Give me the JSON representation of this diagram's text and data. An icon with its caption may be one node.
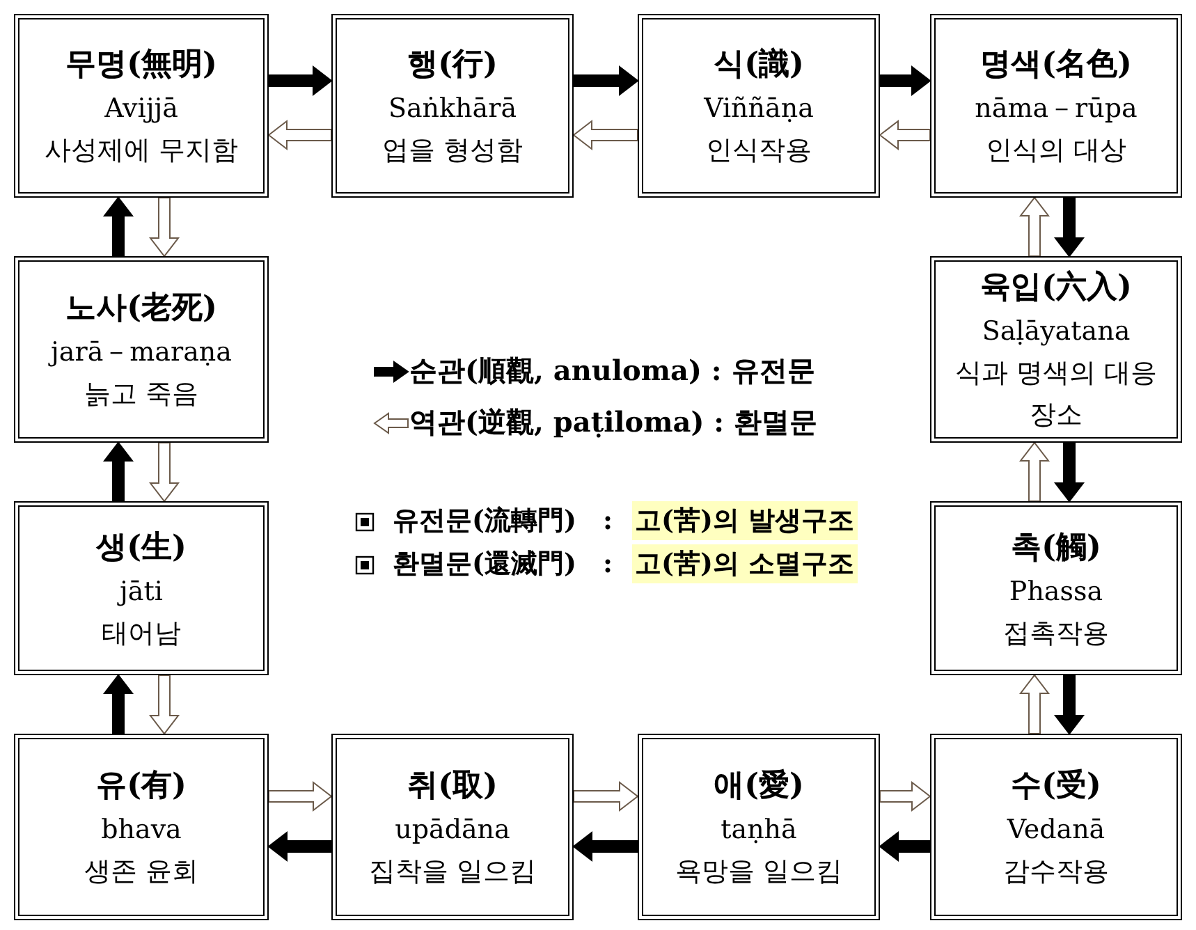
{
  "diagram": {
    "nodes": [
      {
        "text": [
          "무명(無明)",
          "Avijjā",
          "사성제에 무지함"
        ]
      },
      {
        "text": [
          "행(行)",
          "Saṅkhārā",
          "업을 형성함"
        ]
      },
      {
        "text": [
          "식(識)",
          "Viññāṇa",
          "인식작용"
        ]
      },
      {
        "text": [
          "명색(名色)",
          "nāma－rūpa",
          "인식의 대상"
        ]
      },
      {
        "text": [
          "노사(老死)",
          "jarā－maraṇa",
          "늙고 죽음"
        ]
      },
      {
        "text": [
          "육입(六入)",
          "Saḷāyatana",
          "식과 명색의 대응 장소"
        ]
      },
      {
        "text": [
          "생(生)",
          "jāti",
          "태어남"
        ]
      },
      {
        "text": [
          "촉(觸)",
          "Phassa",
          "접촉작용"
        ]
      },
      {
        "text": [
          "유(有)",
          "bhava",
          "생존 윤회"
        ]
      },
      {
        "text": [
          "취(取)",
          "upādāna",
          "집착을 일으킴"
        ]
      },
      {
        "text": [
          "애(愛)",
          "taṇhā",
          "욕망을 일으킴"
        ]
      },
      {
        "text": [
          "수(受)",
          "Vedanā",
          "감수작용"
        ]
      }
    ],
    "edges": [
      {
        "from": 0,
        "to": 1,
        "arrow": "to"
      },
      {
        "from": 1,
        "to": 0,
        "arrow": "to",
        "color": "#ffffff"
      },
      {
        "from": 1,
        "to": 2,
        "arrow": "to"
      },
      {
        "from": 2,
        "to": 1,
        "arrow": "to",
        "color": "#ffffff"
      },
      {
        "from": 2,
        "to": 3,
        "arrow": "to"
      },
      {
        "from": 3,
        "to": 2,
        "arrow": "to",
        "color": "#ffffff"
      },
      {
        "from": 3,
        "to": 5,
        "arrow": "to"
      },
      {
        "from": 5,
        "to": 3,
        "arrow": "to",
        "color": "#ffffff"
      },
      {
        "from": 5,
        "to": 7,
        "arrow": "to"
      },
      {
        "from": 7,
        "to": 5,
        "arrow": "to",
        "color": "#ffffff"
      },
      {
        "from": 7,
        "to": 11,
        "arrow": "to"
      },
      {
        "from": 11,
        "to": 7,
        "arrow": "to",
        "color": "#ffffff"
      },
      {
        "from": 11,
        "to": 10,
        "arrow": "to"
      },
      {
        "from": 10,
        "to": 11,
        "arrow": "to",
        "color": "#ffffff"
      },
      {
        "from": 10,
        "to": 9,
        "arrow": "to"
      },
      {
        "from": 9,
        "to": 10,
        "arrow": "to",
        "color": "#ffffff"
      },
      {
        "from": 9,
        "to": 8,
        "arrow": "to"
      },
      {
        "from": 8,
        "to": 9,
        "arrow": "to",
        "color": "#ffffff"
      },
      {
        "from": 8,
        "to": 6,
        "arrow": "to"
      },
      {
        "from": 6,
        "to": 8,
        "arrow": "to",
        "color": "#ffffff"
      },
      {
        "from": 6,
        "to": 4,
        "arrow": "to"
      },
      {
        "from": 4,
        "to": 6,
        "arrow": "to",
        "color": "#ffffff"
      },
      {
        "from": 4,
        "to": 0,
        "arrow": "to"
      },
      {
        "from": 0,
        "to": 4,
        "arrow": "to",
        "color": "#ffffff"
      }
    ],
    "labels": [
      "유전문(流轉門)",
      ":",
      "고(苦)의 발생구조",
      "환멸문(還滅門)",
      ":",
      "고(苦)의 소멸구조"
    ],
    "legend": [
      {
        "text": "순관(順觀, anuloma) : 유전문"
      },
      {
        "text": "역관(逆觀, paṭiloma) : 환멸문"
      }
    ]
  }
}
